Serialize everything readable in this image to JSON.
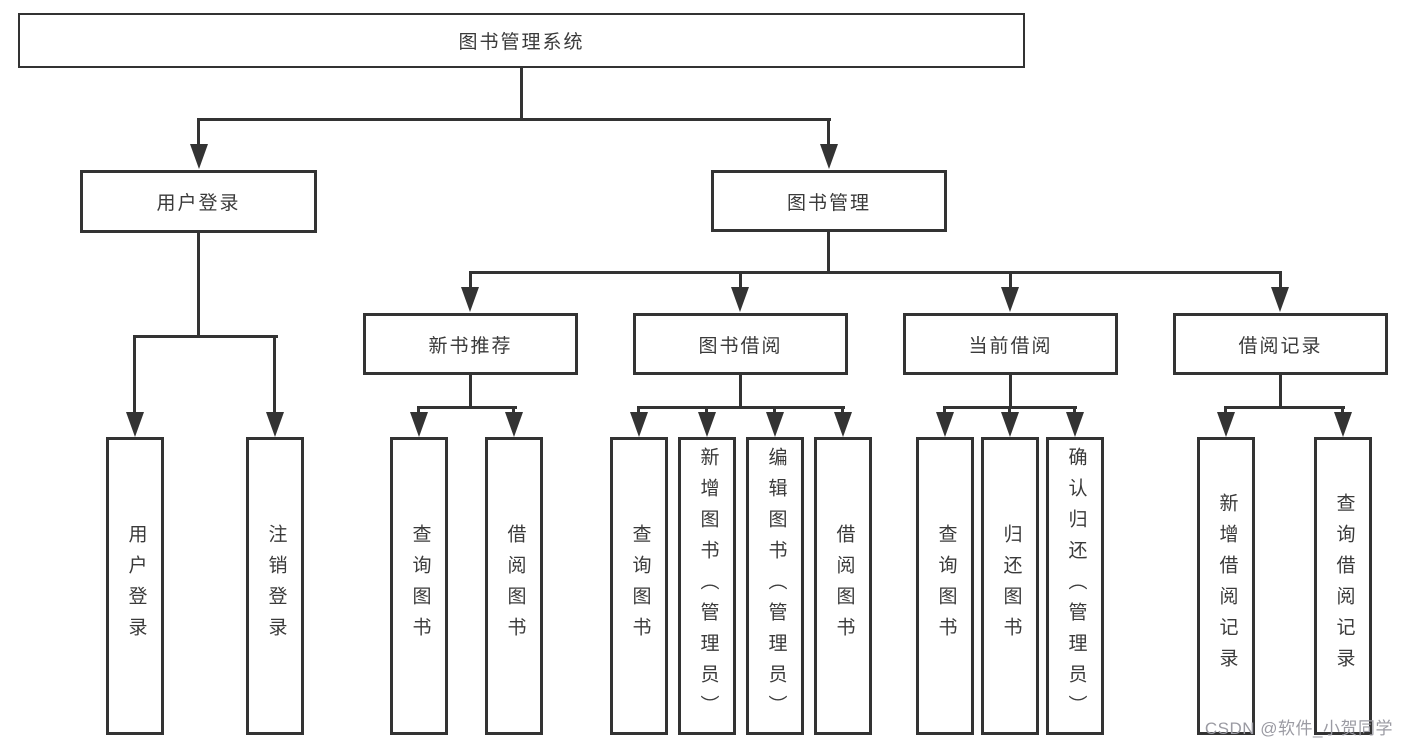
{
  "colors": {
    "line": "#333333",
    "box_border": "#333333",
    "box_background": "#ffffff",
    "text": "#3a3a3a",
    "watermark": "#9b9ba3",
    "page_background": "#ffffff"
  },
  "nodes": {
    "root": "图书管理系统",
    "user_login": "用户登录",
    "book_management": "图书管理",
    "new_book_recommendation": "新书推荐",
    "book_borrowing": "图书借阅",
    "current_borrowing": "当前借阅",
    "borrowing_records": "借阅记录",
    "leaf_user_login": "用户登录",
    "leaf_logout": "注销登录",
    "leaf_query_books_recommend": "查询图书",
    "leaf_borrow_books_recommend": "借阅图书",
    "leaf_query_books_borrow": "查询图书",
    "leaf_add_books_admin": "新增图书（管理员）",
    "leaf_edit_books_admin": "编辑图书（管理员）",
    "leaf_borrow_books_borrow": "借阅图书",
    "leaf_query_books_current": "查询图书",
    "leaf_return_books": "归还图书",
    "leaf_confirm_return_admin": "确认归还（管理员）",
    "leaf_add_borrow_record": "新增借阅记录",
    "leaf_query_borrow_record": "查询借阅记录"
  },
  "tree": {
    "root": {
      "label": "图书管理系统",
      "children": [
        {
          "label": "用户登录",
          "children": [
            "用户登录",
            "注销登录"
          ]
        },
        {
          "label": "图书管理",
          "children": [
            {
              "label": "新书推荐",
              "children": [
                "查询图书",
                "借阅图书"
              ]
            },
            {
              "label": "图书借阅",
              "children": [
                "查询图书",
                "新增图书（管理员）",
                "编辑图书（管理员）",
                "借阅图书"
              ]
            },
            {
              "label": "当前借阅",
              "children": [
                "查询图书",
                "归还图书",
                "确认归还（管理员）"
              ]
            },
            {
              "label": "借阅记录",
              "children": [
                "新增借阅记录",
                "查询借阅记录"
              ]
            }
          ]
        }
      ]
    }
  },
  "watermark": "CSDN @软件_小贺同学"
}
